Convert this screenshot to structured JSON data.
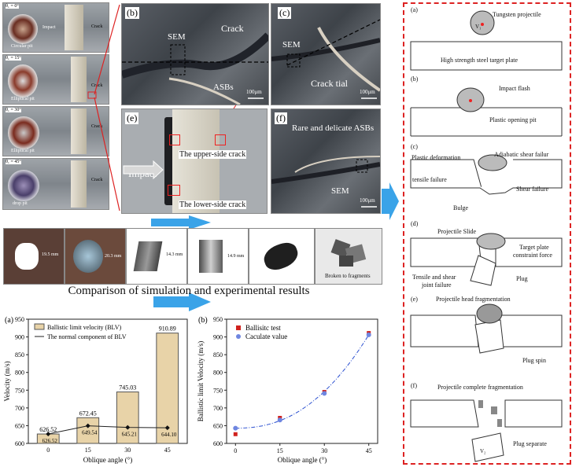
{
  "left_column": {
    "rows": [
      {
        "angle": "θ₁ = 0°",
        "pit": "Circular pit",
        "impact": "Impact",
        "crack": "Crack"
      },
      {
        "angle": "θ₁ = 15°",
        "pit": "Elliptical pit",
        "crack": "Crack"
      },
      {
        "angle": "θ₁ = 30°",
        "pit": "Elliptical pit",
        "crack": "Crack"
      },
      {
        "angle": "θ₁ = 45°",
        "pit": "drop pit",
        "crack": "Crack"
      }
    ]
  },
  "micro": {
    "b": {
      "label": "(b)",
      "sem": "SEM",
      "crack": "Crack",
      "asbs": "ASBs",
      "scale": "100μm"
    },
    "c": {
      "label": "(c)",
      "sem": "SEM",
      "crack": "Crack tial",
      "scale": "100μm"
    },
    "e": {
      "label": "(e)",
      "upper": "The upper-side crack",
      "lower": "The lower-side crack",
      "impact": "Impact"
    },
    "f": {
      "label": "(f)",
      "asbs": "Rare and delicate ASBs",
      "sem": "SEM",
      "scale": "100μm"
    }
  },
  "comparison": {
    "dims": [
      "19.5 mm",
      "20.3 mm",
      "14.3 mm",
      "14.9 mm"
    ],
    "broken": "Broken to fragments",
    "caption": "Comparison of simulation and experimental results"
  },
  "bar_chart": {
    "panel_label": "(a)",
    "chart_data": {
      "type": "bar",
      "categories": [
        "0",
        "15",
        "30",
        "45"
      ],
      "values": [
        626.52,
        672.45,
        745.03,
        910.89
      ],
      "series": [
        {
          "name": "Ballistic limit velocity (BLV)",
          "values": [
            626.52,
            672.45,
            745.03,
            910.89
          ]
        },
        {
          "name": "The normal component of BLV",
          "values": [
            626.52,
            649.54,
            645.21,
            644.1
          ]
        }
      ],
      "xlabel": "Oblique angle (°)",
      "ylabel": "Velocity (m/s)",
      "yticks": [
        "600",
        "650",
        "700",
        "750",
        "800",
        "850",
        "900",
        "950"
      ],
      "ylim": [
        600,
        950
      ],
      "legend": "top-left"
    },
    "value_labels": [
      "626.52",
      "672.45",
      "745.03",
      "910.89"
    ],
    "normal_labels": [
      "626.52",
      "649.54",
      "645.21",
      "644.10"
    ]
  },
  "scatter_chart": {
    "panel_label": "(b)",
    "chart_data": {
      "type": "scatter",
      "series": [
        {
          "name": "Ballisitc test",
          "x": [
            0,
            15,
            30,
            45
          ],
          "y": [
            626,
            672,
            745,
            911
          ]
        },
        {
          "name": "Caculate value",
          "x": [
            0,
            15,
            30,
            45
          ],
          "y": [
            643,
            666,
            741,
            906
          ]
        }
      ],
      "xlabel": "Oblique angle (°)",
      "ylabel": "Ballistic limit Velocity (m/s)",
      "xticks": [
        "0",
        "15",
        "30",
        "45"
      ],
      "yticks": [
        "600",
        "650",
        "700",
        "750",
        "800",
        "850",
        "900",
        "950"
      ],
      "ylim": [
        600,
        950
      ],
      "xlim": [
        -3,
        48
      ],
      "legend": "top-left"
    }
  },
  "schematic": {
    "a": {
      "label": "(a)",
      "projectile": "Tungsten projectile",
      "v": "V₁",
      "plate": "High strength steel target plate"
    },
    "b": {
      "label": "(b)",
      "flash": "Impact flash",
      "pit": "Plastic opening pit"
    },
    "c": {
      "label": "(c)",
      "plastic": "Plastic deformation",
      "adiabatic": "Adiabatic shear failur",
      "tensile": "tensile failure",
      "shear": "Shear failure",
      "bulge": "Bulge"
    },
    "d": {
      "label": "(d)",
      "slide": "Projectile Slide",
      "constraint1": "Target plate",
      "constraint2": "constraint force",
      "joint1": "Tensile and shear",
      "joint2": "joint failure",
      "plug": "Plug"
    },
    "e": {
      "label": "(e)",
      "head": "Projectile head fragmentation",
      "spin": "Plug spin"
    },
    "f": {
      "label": "(f)",
      "complete": "Projectile complete fragmentation",
      "separate": "Plug separate",
      "v": "V₂"
    }
  }
}
